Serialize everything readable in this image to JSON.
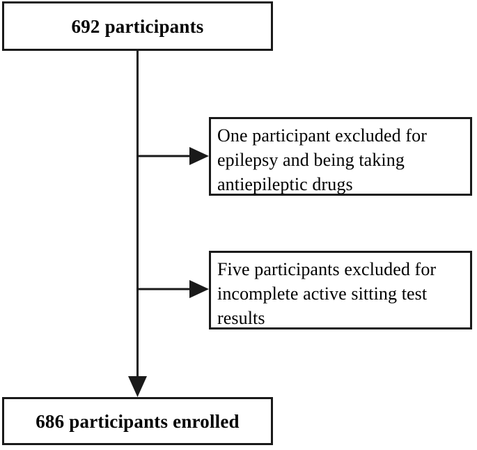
{
  "diagram": {
    "type": "participant-flow-chart",
    "nodes": {
      "total": {
        "label": "692 participants",
        "emphasis": "bold"
      },
      "exclusion_epilepsy": {
        "lines": [
          "One participant excluded for",
          "epilepsy and being taking",
          "antiepileptic drugs"
        ],
        "emphasis": "regular"
      },
      "exclusion_incomplete": {
        "lines": [
          "Five participants excluded for",
          "incomplete active sitting test",
          "results"
        ],
        "emphasis": "regular"
      },
      "enrolled": {
        "label": "686 participants enrolled",
        "emphasis": "bold"
      }
    },
    "connectors": [
      {
        "name": "spine",
        "from": "total",
        "to": "enrolled",
        "direction": "down",
        "arrowhead": true
      },
      {
        "name": "branch-epilepsy",
        "from": "spine",
        "to": "exclusion_epilepsy",
        "direction": "right",
        "arrowhead": true
      },
      {
        "name": "branch-incomplete",
        "from": "spine",
        "to": "exclusion_incomplete",
        "direction": "right",
        "arrowhead": true
      }
    ],
    "colors": {
      "stroke": "#1a1a1a",
      "fill": "#ffffff",
      "text": "#000000"
    }
  }
}
